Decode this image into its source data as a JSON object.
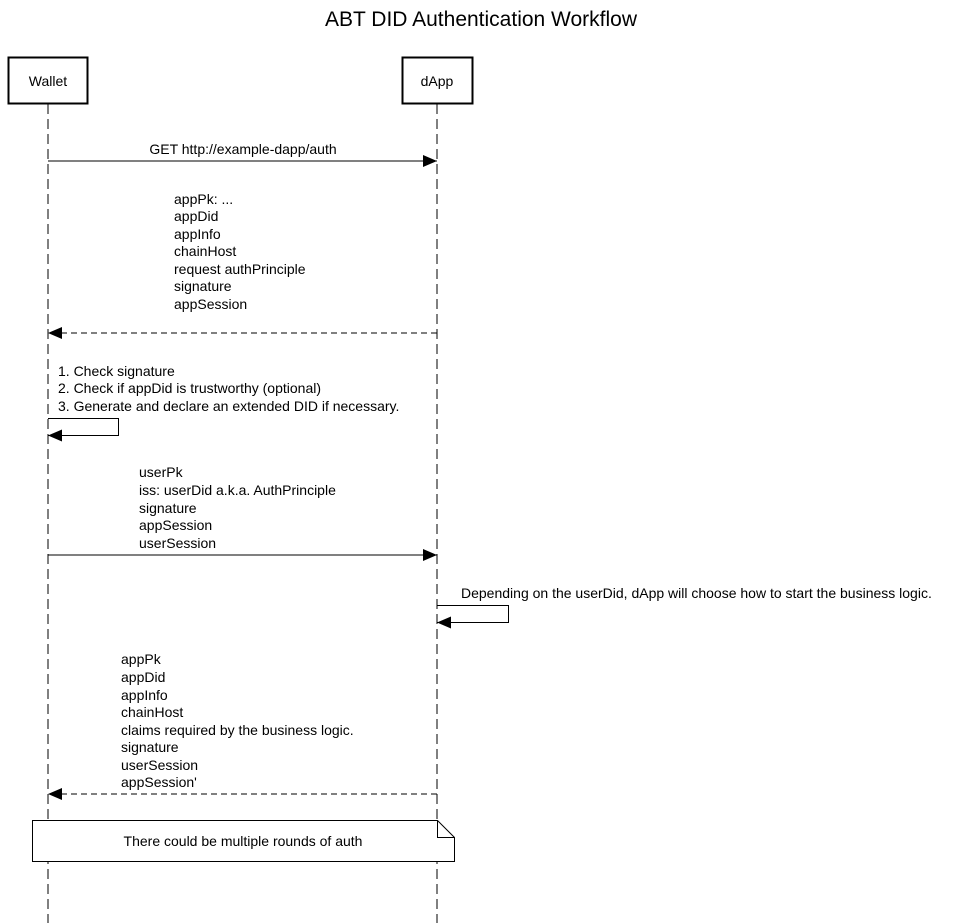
{
  "title": "ABT DID Authentication Workflow",
  "participants": {
    "wallet": "Wallet",
    "dapp": "dApp"
  },
  "messages": [
    {
      "from": "wallet",
      "to": "dapp",
      "style": "solid",
      "lines": [
        "GET http://example-dapp/auth"
      ]
    },
    {
      "from": "dapp",
      "to": "wallet",
      "style": "dashed",
      "lines": [
        "appPk: ...",
        "appDid",
        "appInfo",
        "chainHost",
        "request authPrinciple",
        "signature",
        "appSession"
      ]
    },
    {
      "from": "wallet",
      "to": "wallet",
      "style": "solid",
      "lines": [
        "1. Check signature",
        "2. Check if appDid is trustworthy (optional)",
        "3. Generate and declare an extended DID if necessary."
      ]
    },
    {
      "from": "wallet",
      "to": "dapp",
      "style": "solid",
      "lines": [
        "userPk",
        "iss: userDid a.k.a. AuthPrinciple",
        "signature",
        "appSession",
        "userSession"
      ]
    },
    {
      "from": "dapp",
      "to": "dapp",
      "style": "solid",
      "lines": [
        "Depending on the userDid, dApp will choose how to start the business logic."
      ]
    },
    {
      "from": "dapp",
      "to": "wallet",
      "style": "dashed",
      "lines": [
        "appPk",
        "appDid",
        "appInfo",
        "chainHost",
        "claims required by the business logic.",
        "signature",
        "userSession",
        "appSession'"
      ]
    }
  ],
  "note": {
    "text": "There could be multiple rounds of auth"
  }
}
